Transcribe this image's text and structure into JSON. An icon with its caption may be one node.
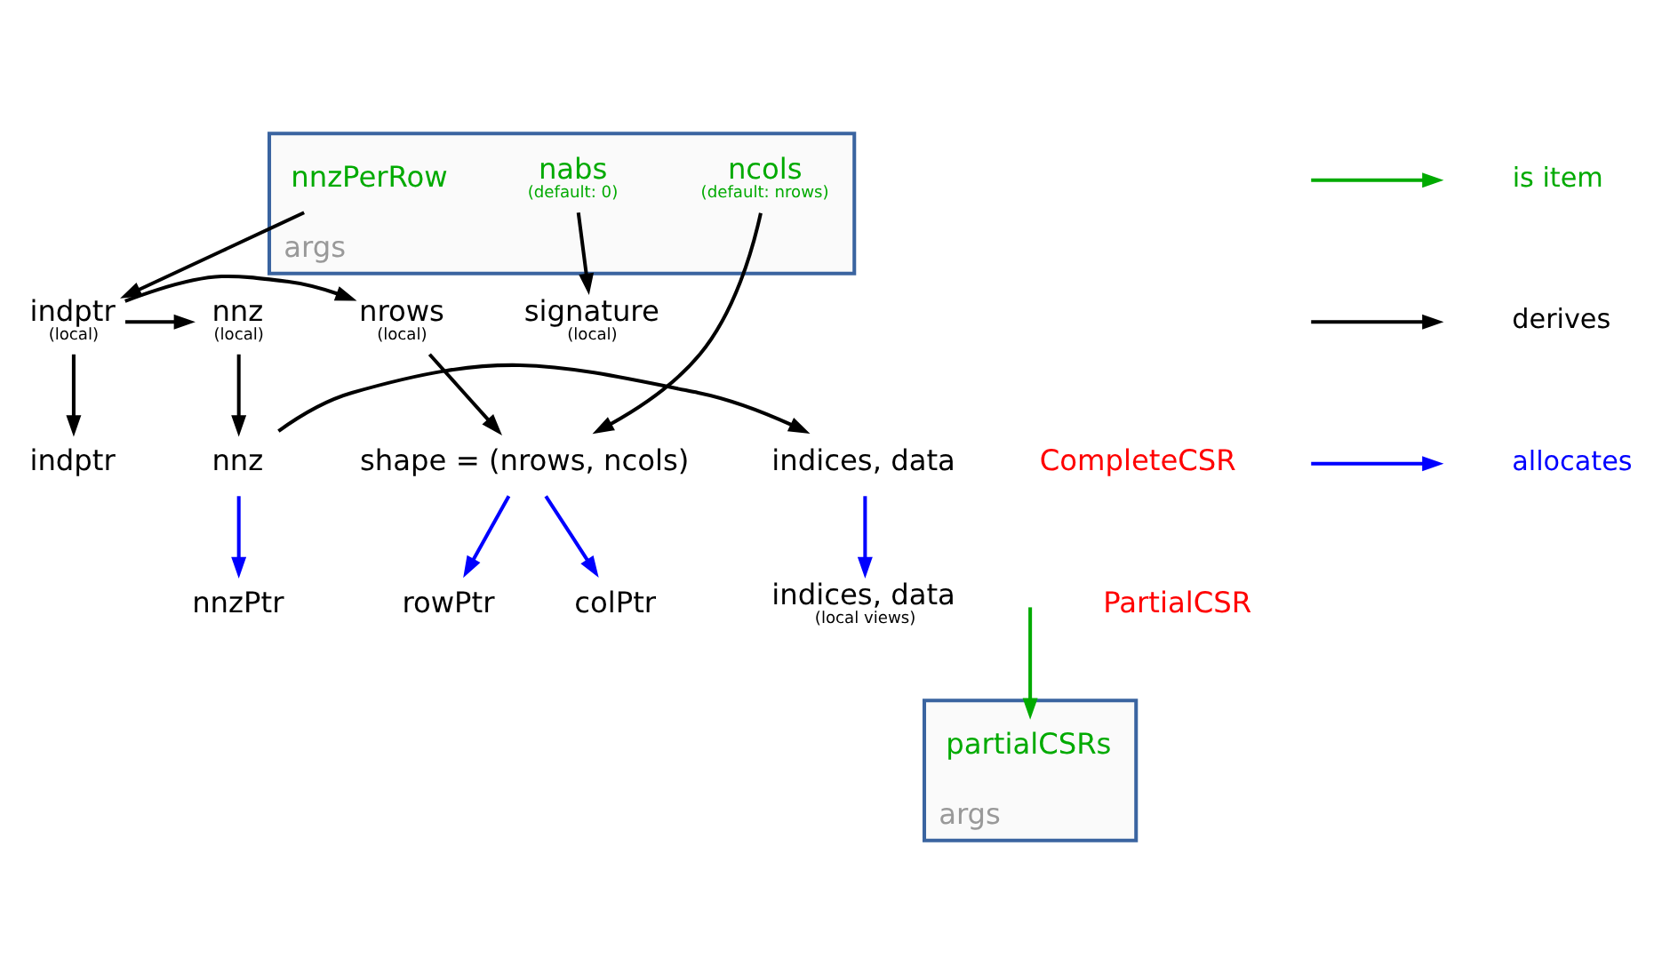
{
  "diagram": {
    "nodes": [
      {
        "text": [
          "args"
        ]
      },
      {
        "text": [
          "nnzPerRow"
        ],
        "in": 0
      },
      {
        "text": [
          "ncols",
          "(default: nrows)"
        ],
        "in": 0
      },
      {
        "text": [
          "nabs",
          "(default: 0)"
        ],
        "in": 0
      },
      {
        "text": [
          "nnz",
          "(local)"
        ]
      },
      {
        "text": [
          "indptr",
          "(local)"
        ]
      },
      {
        "text": [
          "nrows",
          "(local)"
        ]
      },
      {
        "text": [
          "signature",
          "(local)"
        ]
      },
      {
        "text": [
          "indices, data",
          "(local views)"
        ]
      },
      {
        "text": [
          "nnzPtr"
        ]
      },
      {
        "text": [
          "rowPtr"
        ]
      },
      {
        "text": [
          "colPtr"
        ]
      },
      {
        "text": [
          "indices, data"
        ]
      },
      {
        "text": [
          "nnz"
        ]
      },
      {
        "text": [
          "indptr"
        ]
      },
      {
        "text": [
          "shape = (nrows, ncols)"
        ]
      },
      {
        "text": [
          "args"
        ]
      },
      {
        "text": [
          "partialCSRs"
        ],
        "in": 16
      }
    ],
    "edges": [
      {
        "from": 1,
        "to": 5,
        "arrow": "to"
      },
      {
        "from": 3,
        "to": 7,
        "arrow": "to"
      },
      {
        "from": 5,
        "to": 4,
        "arrow": "to"
      },
      {
        "from": 5,
        "to": 6,
        "arrow": "to"
      },
      {
        "from": 4,
        "to": 13,
        "arrow": "to"
      },
      {
        "from": 5,
        "to": 14,
        "arrow": "to"
      },
      {
        "from": 6,
        "to": 15,
        "arrow": "to"
      },
      {
        "from": 2,
        "to": 15,
        "arrow": "to"
      },
      {
        "from": 13,
        "to": 9,
        "arrow": "to",
        "color": "#0000ff"
      },
      {
        "from": 15,
        "to": 10,
        "arrow": "to",
        "color": "#0000ff"
      },
      {
        "from": 15,
        "to": 11,
        "arrow": "to",
        "color": "#0000ff"
      },
      {
        "from": 12,
        "to": 8,
        "arrow": "to",
        "color": "#0000ff"
      },
      {
        "from": 13,
        "to": 12,
        "arrow": "to"
      },
      {
        "from": null,
        "to": 17,
        "arrow": "to",
        "color": "#00aa00"
      }
    ],
    "labels": [
      "PartialCSR",
      "CompleteCSR"
    ],
    "legend": [
      {
        "text": "is item"
      },
      {
        "text": "derives"
      },
      {
        "text": "allocates"
      }
    ]
  }
}
